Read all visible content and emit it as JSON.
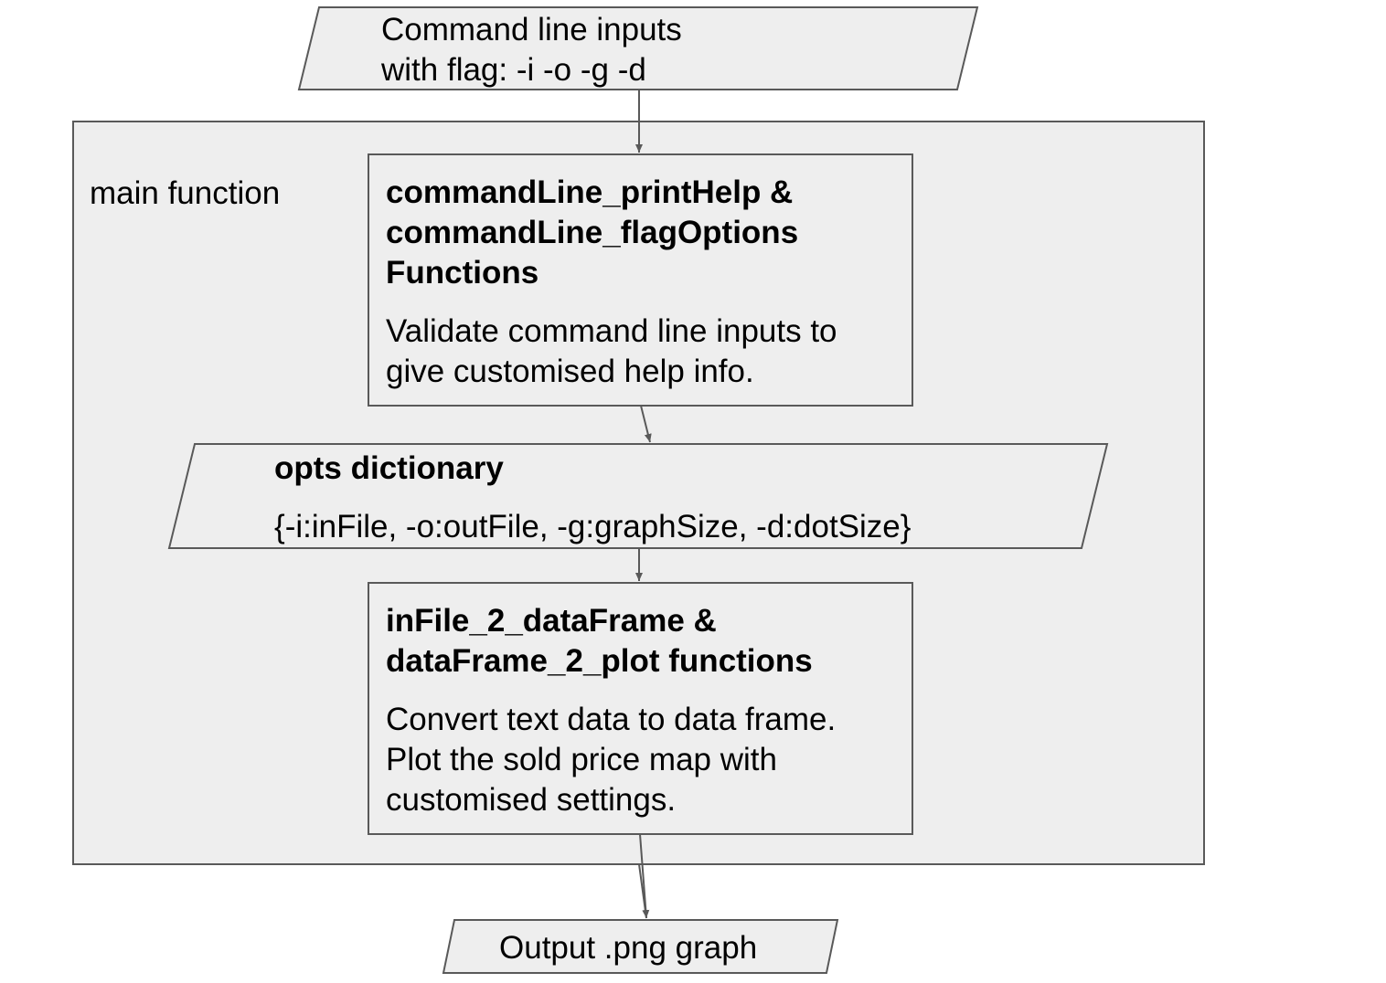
{
  "colors": {
    "fill": "#eeeeee",
    "stroke": "#595959",
    "text": "#000000"
  },
  "input": {
    "line1": "Command line inputs",
    "line2": "with flag: -i -o -g -d"
  },
  "main": {
    "label": "main function"
  },
  "help_box": {
    "title_line1": "commandLine_printHelp &",
    "title_line2": "commandLine_flagOptions",
    "title_line3": "Functions",
    "desc_line1": "Validate command line inputs to",
    "desc_line2": "give customised help info."
  },
  "opts": {
    "title": "opts dictionary",
    "value": "{-i:inFile, -o:outFile, -g:graphSize, -d:dotSize}"
  },
  "plot_box": {
    "title_line1": "inFile_2_dataFrame &",
    "title_line2": "dataFrame_2_plot functions",
    "desc_line1": "Convert text data to data frame.",
    "desc_line2": "Plot the sold price map with",
    "desc_line3": "customised settings."
  },
  "output": {
    "label": "Output .png graph"
  }
}
